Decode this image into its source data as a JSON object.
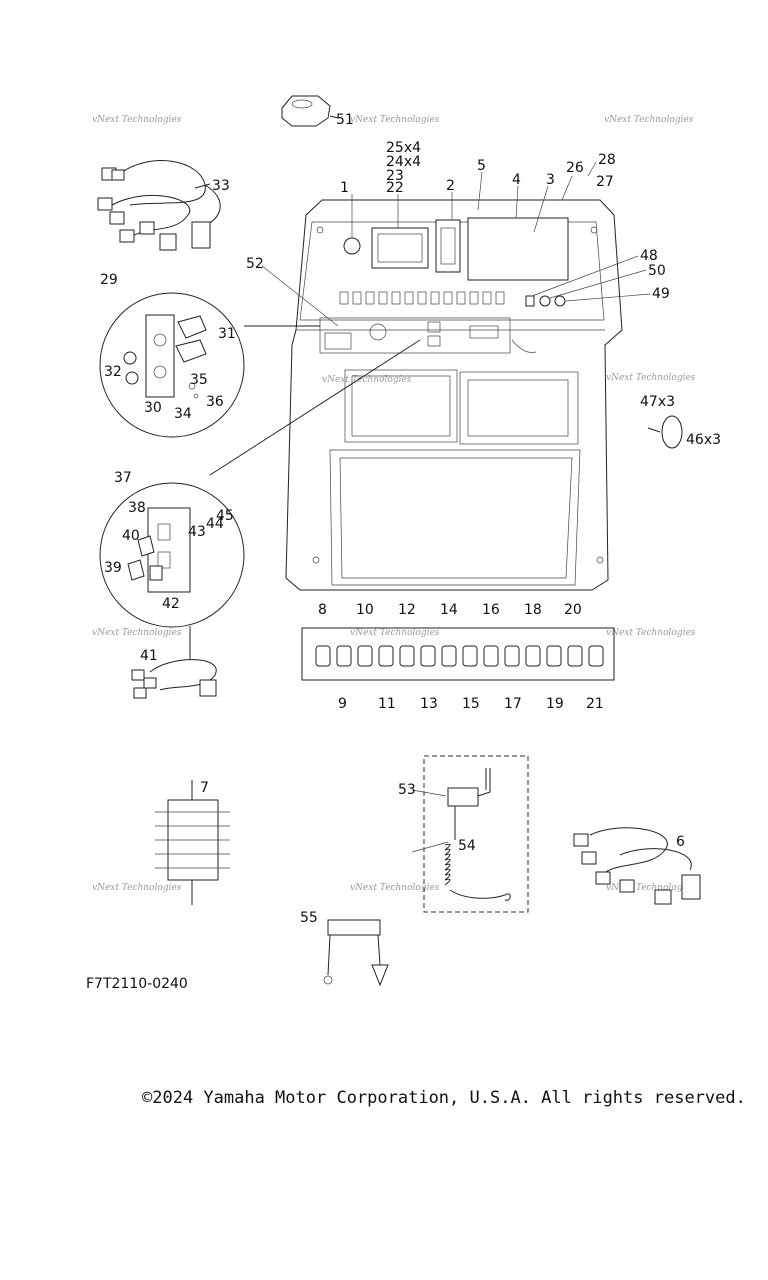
{
  "figure_code": "F7T2110-0240",
  "copyright": "©2024 Yamaha Motor Corporation, U.S.A. All rights reserved.",
  "watermark_text": "vNext Technologies",
  "callouts": [
    "1",
    "2",
    "3",
    "4",
    "5",
    "6",
    "7",
    "8",
    "9",
    "10",
    "11",
    "12",
    "13",
    "14",
    "15",
    "16",
    "17",
    "18",
    "19",
    "20",
    "21",
    "22",
    "23",
    "24x4",
    "25x4",
    "26",
    "27",
    "28",
    "29",
    "30",
    "31",
    "32",
    "33",
    "34",
    "35",
    "36",
    "37",
    "38",
    "39",
    "40",
    "41",
    "42",
    "43",
    "44",
    "45",
    "46x3",
    "47x3",
    "48",
    "49",
    "50",
    "51",
    "52",
    "53",
    "54",
    "55"
  ]
}
